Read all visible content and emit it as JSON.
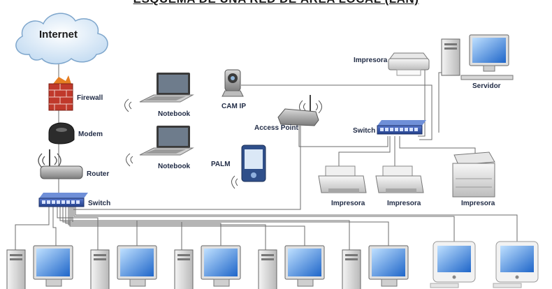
{
  "title": "ESQUEMA DE UNA RED DE ÁREA LOCAL (LAN)",
  "labels": {
    "internet": "Internet",
    "firewall": "Firewall",
    "modem": "Modem",
    "router": "Router",
    "switch_main": "Switch",
    "switch_secondary": "Switch",
    "notebook_1": "Notebook",
    "notebook_2": "Notebook",
    "cam_ip": "CAM IP",
    "access_point": "Access Point",
    "palm": "PALM",
    "printer_top": "Impresora",
    "server": "Servidor",
    "printer_1": "Impresora",
    "printer_2": "Impresora",
    "printer_3": "Impresora"
  },
  "colors": {
    "line": "#6b6b6b",
    "label": "#1f2a44",
    "cloud": "#cfe3f5",
    "switch": "#2f4f9a",
    "screen": "#1f66c9",
    "brick": "#c0392b"
  }
}
